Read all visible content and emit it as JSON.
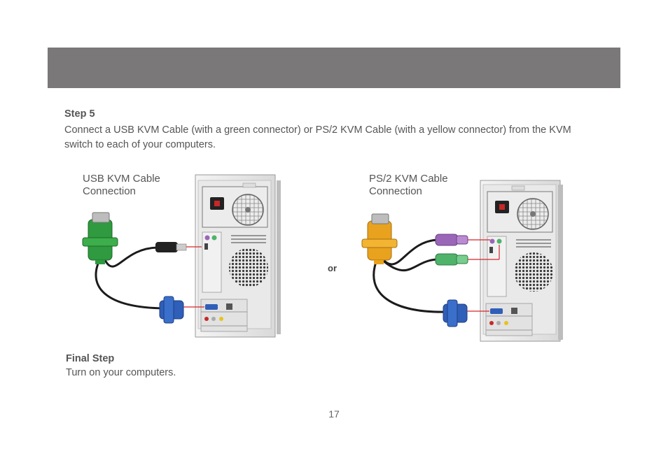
{
  "step5": {
    "title": "Step 5",
    "body": "Connect a USB KVM Cable (with a green connector) or PS/2 KVM Cable (with a yellow connector) from the KVM switch to each of your computers."
  },
  "figure": {
    "usb_caption_line1": "USB KVM Cable",
    "usb_caption_line2": "Connection",
    "ps2_caption_line1": "PS/2 KVM Cable",
    "ps2_caption_line2": "Connection",
    "or_label": "or",
    "colors": {
      "usb_connector": "#2f9a3f",
      "ps2_connector": "#e8a21e",
      "vga_connector": "#2f5fb8",
      "ps2_mouse": "#9a66b8",
      "ps2_keyboard": "#4fb36a",
      "pointer_line": "#d7262b",
      "tower_case": "#e6e6e6"
    }
  },
  "final_step": {
    "title": "Final Step",
    "body": "Turn on your computers."
  },
  "page_number": "17",
  "header": {
    "color": "#7a7878"
  }
}
